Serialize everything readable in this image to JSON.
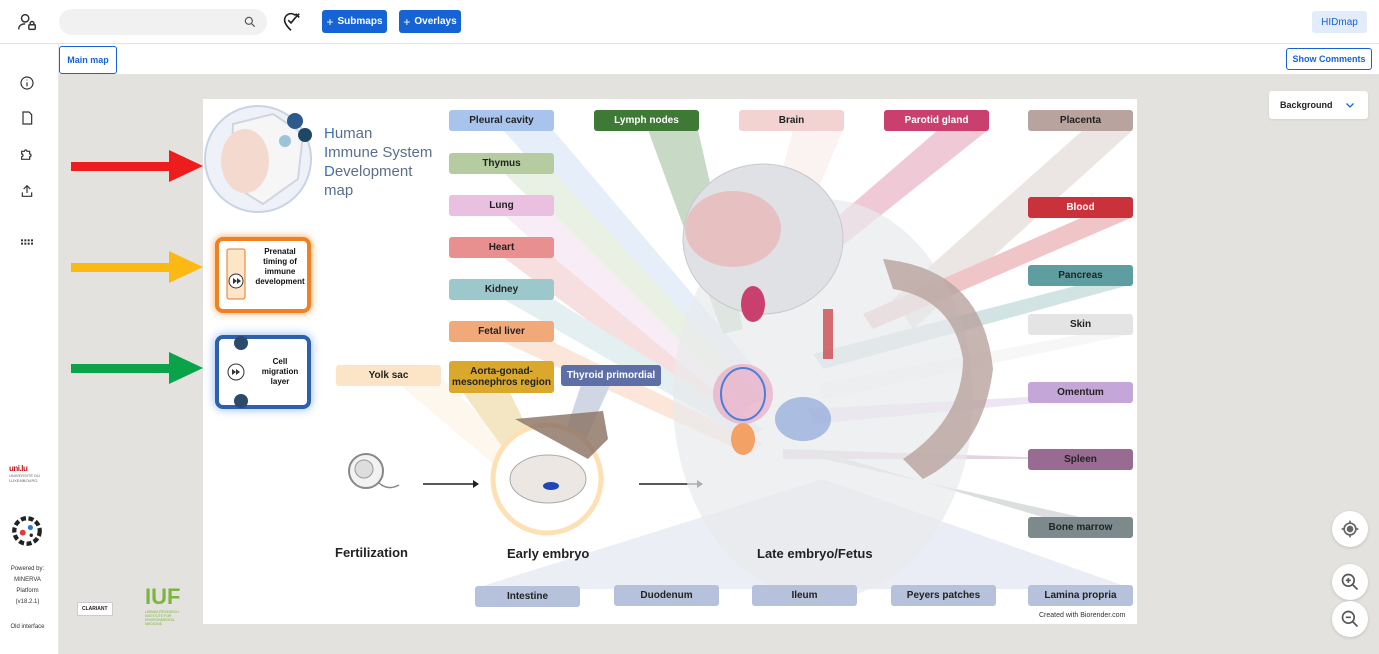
{
  "topbar": {
    "search": {
      "value": "",
      "placeholder": ""
    },
    "submaps_label": "Submaps",
    "overlays_label": "Overlays",
    "plus": "+",
    "project_button": "HIDmap"
  },
  "tabs": {
    "main_map": "Main map",
    "show_comments": "Show Comments"
  },
  "sidebar": {
    "uni_logo": "uni.lu",
    "uni_subtext": "UNIVERSITÉ DU LUXEMBOURG",
    "powered_lines": [
      "Powered by:",
      "MINERVA",
      "Platform",
      "(v18.2.1)"
    ],
    "old_interface": "Old interface"
  },
  "map": {
    "background_select": "Background",
    "arrow_colors": [
      "#ee1c1c",
      "#fdb913",
      "#0aa34a"
    ]
  },
  "infographic": {
    "title_lines": [
      {
        "first": "H",
        "rest": "uman"
      },
      {
        "first": "I",
        "rest": "mmune System"
      },
      {
        "first": "D",
        "rest": "evelopment"
      },
      {
        "first": "",
        "rest": "map"
      }
    ],
    "panel_prenatal": "Prenatal timing of immune development",
    "panel_cell": "Cell migration layer",
    "stages": {
      "fertilization": "Fertilization",
      "early_embryo": "Early embryo",
      "late_embryo": "Late embryo/Fetus"
    },
    "labels": [
      {
        "name": "pleural-cavity",
        "text": "Pleural cavity",
        "color": "#a8c4ec"
      },
      {
        "name": "thymus",
        "text": "Thymus",
        "color": "#b4cca0"
      },
      {
        "name": "lung",
        "text": "Lung",
        "color": "#e9c0df"
      },
      {
        "name": "heart",
        "text": "Heart",
        "color": "#e88f8f"
      },
      {
        "name": "kidney",
        "text": "Kidney",
        "color": "#9cc8cc"
      },
      {
        "name": "fetal-liver",
        "text": "Fetal liver",
        "color": "#f1a97a"
      },
      {
        "name": "agm",
        "text": "Aorta-gonad-mesonephros region",
        "color": "#d9a82c"
      },
      {
        "name": "yolk-sac",
        "text": "Yolk sac",
        "color": "#fbe5c6"
      },
      {
        "name": "thyroid",
        "text": "Thyroid primordial",
        "color": "#5e6fa6"
      },
      {
        "name": "lymph-nodes",
        "text": "Lymph nodes",
        "color": "#3e7a36"
      },
      {
        "name": "brain",
        "text": "Brain",
        "color": "#f3d2d2"
      },
      {
        "name": "parotid-gland",
        "text": "Parotid gland",
        "color": "#c9406f"
      },
      {
        "name": "placenta",
        "text": "Placenta",
        "color": "#b8a39e"
      },
      {
        "name": "blood",
        "text": "Blood",
        "color": "#c9323b"
      },
      {
        "name": "pancreas",
        "text": "Pancreas",
        "color": "#5f9ea0"
      },
      {
        "name": "skin",
        "text": "Skin",
        "color": "#e4e4e4"
      },
      {
        "name": "omentum",
        "text": "Omentum",
        "color": "#c5a6d8"
      },
      {
        "name": "spleen",
        "text": "Spleen",
        "color": "#9a6b92"
      },
      {
        "name": "bone-marrow",
        "text": "Bone marrow",
        "color": "#7c8a8e"
      },
      {
        "name": "intestine",
        "text": "Intestine",
        "color": "#b6c2dc"
      },
      {
        "name": "duodenum",
        "text": "Duodenum",
        "color": "#b6c2dc"
      },
      {
        "name": "ileum",
        "text": "Ileum",
        "color": "#b6c2dc"
      },
      {
        "name": "peyers-patches",
        "text": "Peyers patches",
        "color": "#b6c2dc"
      },
      {
        "name": "lamina-propria",
        "text": "Lamina propria",
        "color": "#b6c2dc"
      }
    ],
    "credit": "Created with Biorender.com"
  },
  "sponsors": {
    "clariant": "CLARIANT",
    "iuf": "IUF",
    "iuf_sub": "LEIBNIZ-RESEARCH INSTITUTE FOR ENVIRONMENTAL MEDICINE"
  }
}
